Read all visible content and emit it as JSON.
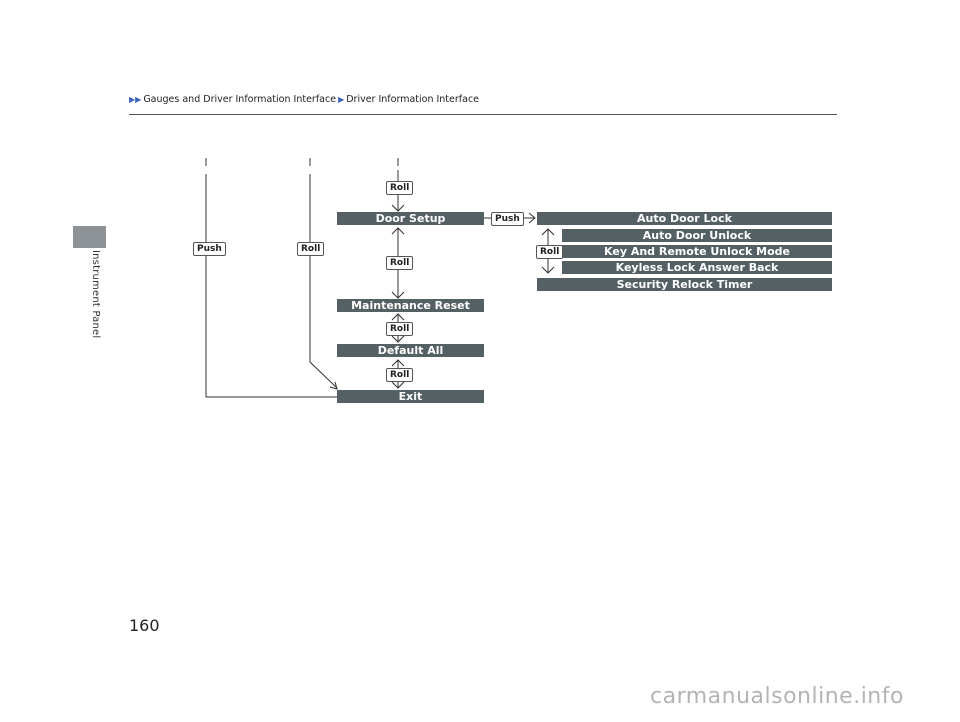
{
  "breadcrumb": {
    "parent": "Gauges and Driver Information Interface",
    "current": "Driver Information Interface"
  },
  "sidebar": {
    "section": "Instrument Panel"
  },
  "page_number": "160",
  "menu": {
    "door_setup": "Door Setup",
    "maintenance_reset": "Maintenance Reset",
    "default_all": "Default All",
    "exit": "Exit"
  },
  "submenu": {
    "auto_door_lock": "Auto Door Lock",
    "auto_door_unlock": "Auto Door Unlock",
    "key_remote_unlock": "Key And Remote Unlock Mode",
    "keyless_lock_answer": "Keyless Lock Answer Back",
    "security_relock": "Security Relock Timer"
  },
  "actions": {
    "roll": "Roll",
    "push": "Push"
  },
  "watermark": "carmanualsonline.info",
  "colors": {
    "bar": "#546064",
    "side_tab": "#8c9295",
    "breadcrumb_arrow": "#3a63b8"
  }
}
